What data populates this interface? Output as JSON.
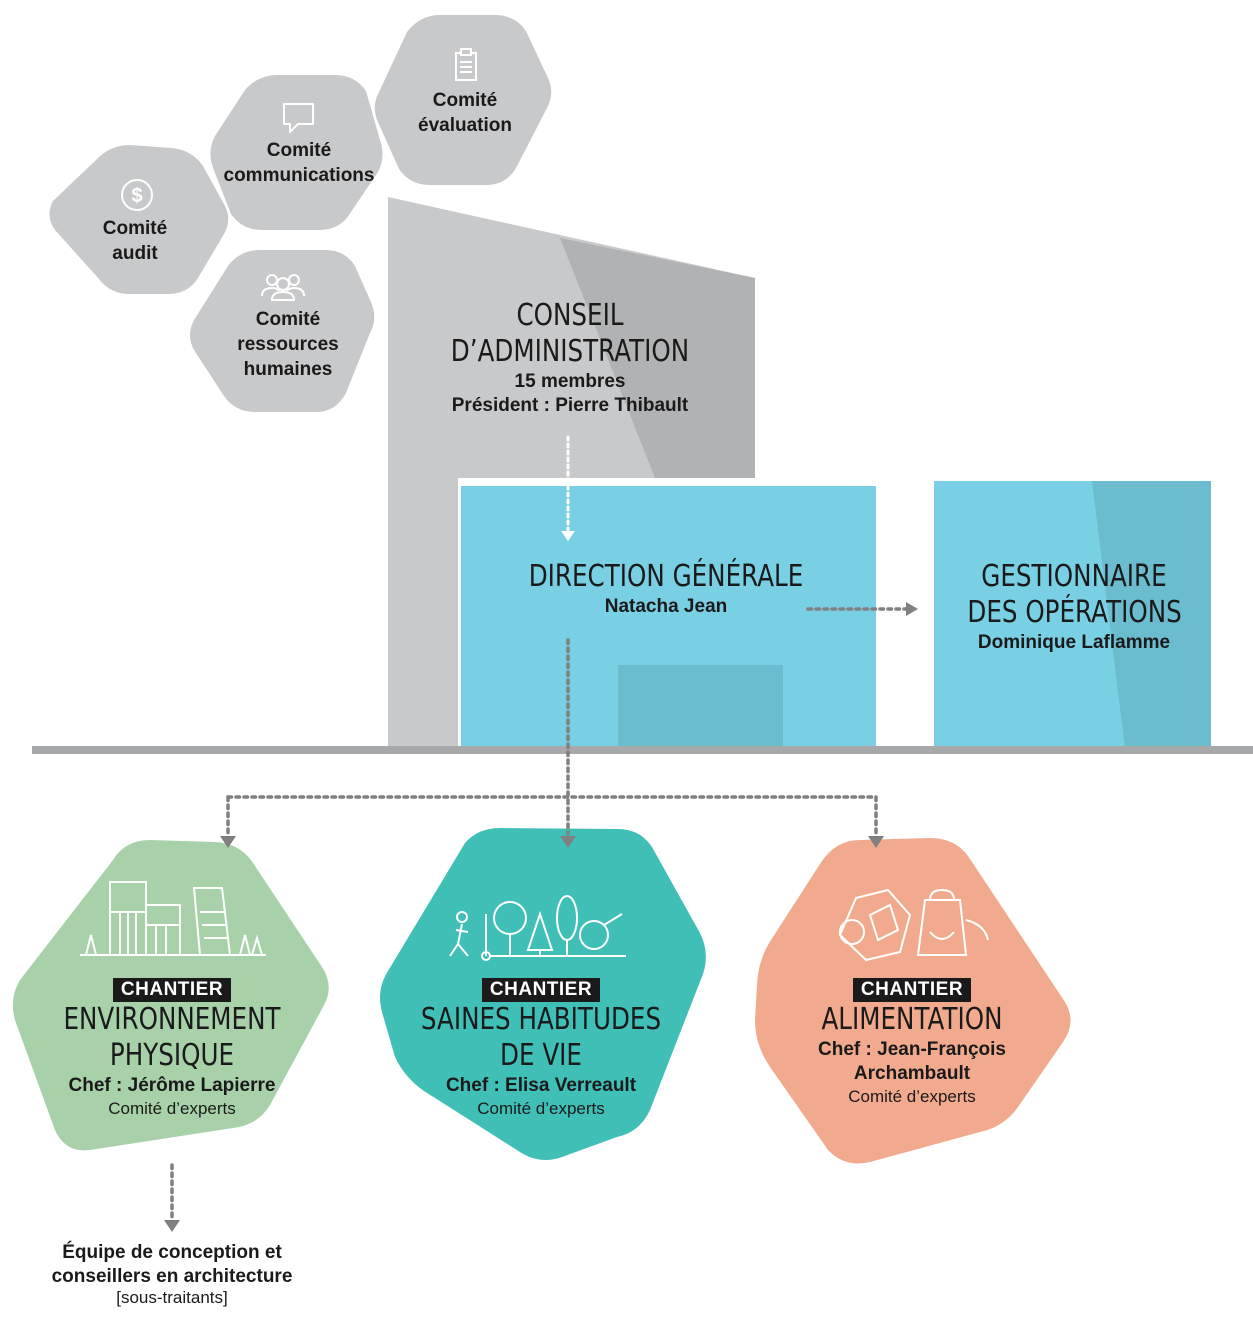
{
  "colors": {
    "grey_hex": "#c8c9cb",
    "grey_dark": "#b1b2b4",
    "blue": "#79cfe3",
    "blue_dark": "#6bbccf",
    "green": "#a8d1aa",
    "teal": "#40bfb6",
    "salmon": "#f2aa8f",
    "arrow": "#808080",
    "baseline": "#a7a8aa"
  },
  "committees": [
    {
      "id": "audit",
      "icon": "dollar-coin-icon",
      "lines": [
        "Comité",
        "audit"
      ]
    },
    {
      "id": "communications",
      "icon": "speech-bubble-icon",
      "lines": [
        "Comité",
        "communications"
      ]
    },
    {
      "id": "evaluation",
      "icon": "clipboard-icon",
      "lines": [
        "Comité",
        "évaluation"
      ]
    },
    {
      "id": "rh",
      "icon": "people-group-icon",
      "lines": [
        "Comité",
        "ressources",
        "humaines"
      ]
    }
  ],
  "board": {
    "title_lines": [
      "CONSEIL",
      "D’ADMINISTRATION"
    ],
    "members": "15 membres",
    "president": "Président : Pierre Thibault"
  },
  "direction": {
    "title": "DIRECTION GÉNÉRALE",
    "name": "Natacha Jean"
  },
  "operations": {
    "title_lines": [
      "GESTIONNAIRE",
      "DES OPÉRATIONS"
    ],
    "name": "Dominique Laflamme"
  },
  "chantiers": [
    {
      "id": "environnement",
      "icon": "buildings-trees-icon",
      "badge": "CHANTIER",
      "title_lines": [
        "ENVIRONNEMENT",
        "PHYSIQUE"
      ],
      "chef_lines": [
        "Chef : Jérôme Lapierre"
      ],
      "note": "Comité d’experts"
    },
    {
      "id": "saines-habitudes",
      "icon": "active-lifestyle-icon",
      "badge": "CHANTIER",
      "title_lines": [
        "SAINES HABITUDES",
        "DE VIE"
      ],
      "chef_lines": [
        "Chef : Elisa Verreault"
      ],
      "note": "Comité d’experts"
    },
    {
      "id": "alimentation",
      "icon": "food-apron-icon",
      "badge": "CHANTIER",
      "title_lines": [
        "ALIMENTATION"
      ],
      "chef_lines": [
        "Chef : Jean-François",
        "Archambault"
      ],
      "note": "Comité d’experts"
    }
  ],
  "design_team": {
    "lines": [
      "Équipe de conception et",
      "conseillers en architecture"
    ],
    "note": "[sous-traitants]"
  }
}
